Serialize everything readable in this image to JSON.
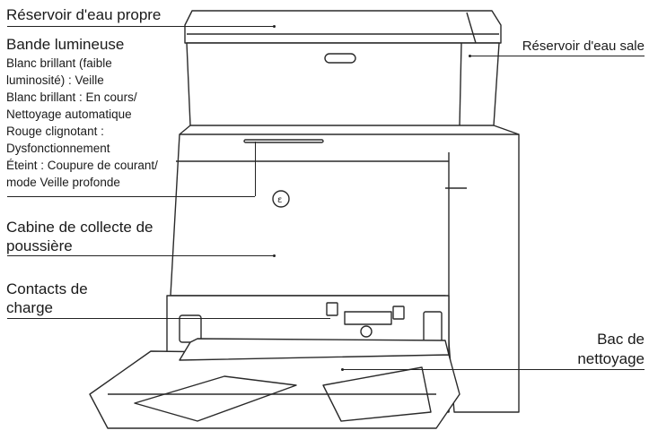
{
  "labels": {
    "clean_tank": "Réservoir d'eau propre",
    "dirty_tank": "Réservoir d'eau sale",
    "light_bar": {
      "title": "Bande lumineuse",
      "lines": [
        "Blanc brillant (faible",
        "luminosité) : Veille",
        "Blanc brillant : En cours/",
        "Nettoyage automatique",
        "Rouge clignotant :",
        "Dysfonctionnement",
        "Éteint : Coupure de courant/",
        "mode Veille profonde"
      ]
    },
    "dust_cabin": {
      "line1": "Cabine de collecte de",
      "line2": "poussière"
    },
    "charging_contacts": {
      "line1": "Contacts de",
      "line2": "charge"
    },
    "wash_tray": {
      "line1": "Bac de",
      "line2": "nettoyage"
    }
  }
}
